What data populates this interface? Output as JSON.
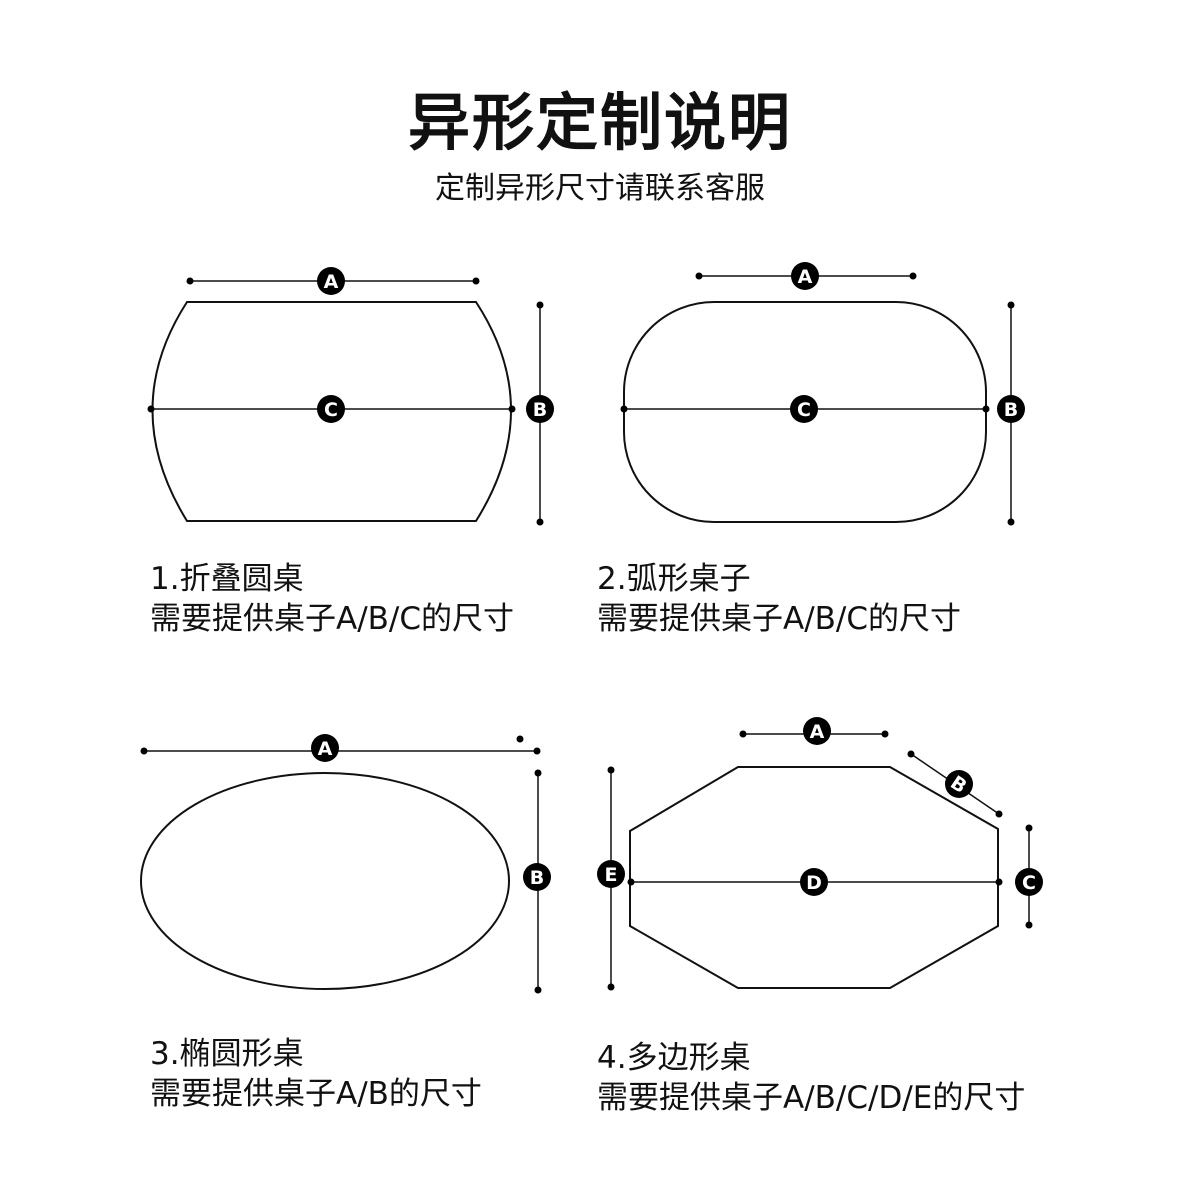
{
  "header": {
    "title": "异形定制说明",
    "subtitle": "定制异形尺寸请联系客服"
  },
  "tables": [
    {
      "heading": "1.折叠圆桌",
      "note": "需要提供桌子A/B/C的尺寸",
      "labels": [
        "A",
        "B",
        "C"
      ]
    },
    {
      "heading": "2.弧形桌子",
      "note": "需要提供桌子A/B/C的尺寸",
      "labels": [
        "A",
        "B",
        "C"
      ]
    },
    {
      "heading": "3.椭圆形桌",
      "note": "需要提供桌子A/B的尺寸",
      "labels": [
        "A",
        "B"
      ]
    },
    {
      "heading": "4.多边形桌",
      "note": "需要提供桌子A/B/C/D/E的尺寸",
      "labels": [
        "A",
        "B",
        "C",
        "D",
        "E"
      ]
    }
  ],
  "colors": {
    "line": "#111111",
    "badge": "#000000",
    "background": "#ffffff"
  }
}
